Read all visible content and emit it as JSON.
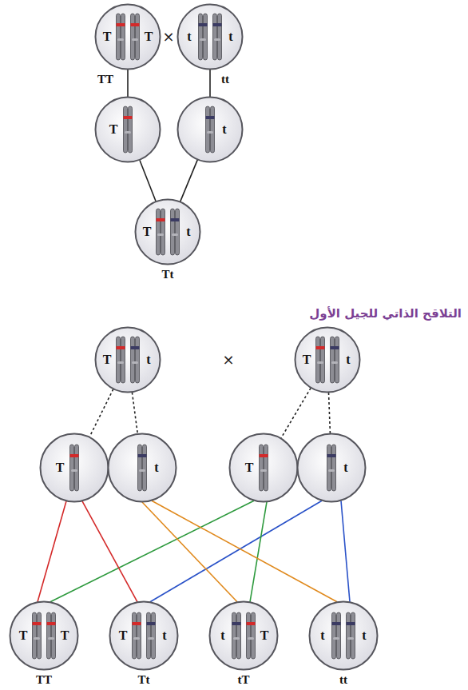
{
  "diagram": {
    "nodes": [
      {
        "text": [
          "T",
          "T",
          "TT"
        ]
      },
      {
        "text": [
          "t",
          "t",
          "tt"
        ]
      },
      {
        "text": [
          "T"
        ]
      },
      {
        "text": [
          "t"
        ]
      },
      {
        "text": [
          "T",
          "t",
          "Tt"
        ]
      },
      {
        "text": [
          "T",
          "t"
        ]
      },
      {
        "text": [
          "T",
          "t"
        ]
      },
      {
        "text": [
          "T"
        ]
      },
      {
        "text": [
          "t"
        ]
      },
      {
        "text": [
          "T"
        ]
      },
      {
        "text": [
          "t"
        ]
      },
      {
        "text": [
          "T",
          "T",
          "TT"
        ]
      },
      {
        "text": [
          "T",
          "t",
          "Tt"
        ]
      },
      {
        "text": [
          "t",
          "T",
          "tT"
        ]
      },
      {
        "text": [
          "t",
          "t",
          "tt"
        ]
      }
    ],
    "edges": [
      {
        "from": 0,
        "to": 2,
        "arrow": "none"
      },
      {
        "from": 1,
        "to": 3,
        "arrow": "none"
      },
      {
        "from": 2,
        "to": 4,
        "arrow": "none"
      },
      {
        "from": 3,
        "to": 4,
        "arrow": "none"
      },
      {
        "from": 5,
        "to": 7,
        "arrow": "none"
      },
      {
        "from": 5,
        "to": 8,
        "arrow": "none"
      },
      {
        "from": 6,
        "to": 9,
        "arrow": "none"
      },
      {
        "from": 6,
        "to": 10,
        "arrow": "none"
      },
      {
        "from": 7,
        "to": 11,
        "arrow": "none"
      },
      {
        "from": 9,
        "to": 11,
        "arrow": "none"
      },
      {
        "from": 7,
        "to": 12,
        "arrow": "none"
      },
      {
        "from": 10,
        "to": 12,
        "arrow": "none"
      },
      {
        "from": 8,
        "to": 13,
        "arrow": "none"
      },
      {
        "from": 9,
        "to": 13,
        "arrow": "none"
      },
      {
        "from": 8,
        "to": 14,
        "arrow": "none"
      },
      {
        "from": 10,
        "to": 14,
        "arrow": "none"
      }
    ],
    "labels": [
      "×",
      "التلاقح الذاتي للجيل الأول",
      "×"
    ]
  }
}
